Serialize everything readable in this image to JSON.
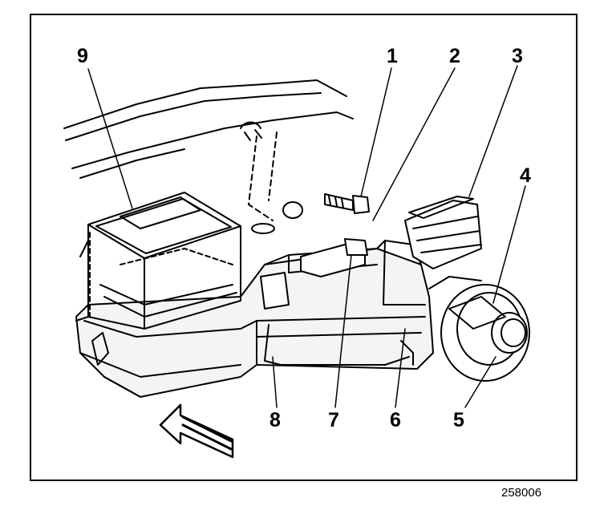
{
  "figure": {
    "id": "258006",
    "callouts": [
      {
        "key": "c1",
        "label": "1"
      },
      {
        "key": "c2",
        "label": "2"
      },
      {
        "key": "c3",
        "label": "3"
      },
      {
        "key": "c4",
        "label": "4"
      },
      {
        "key": "c5",
        "label": "5"
      },
      {
        "key": "c6",
        "label": "6"
      },
      {
        "key": "c7",
        "label": "7"
      },
      {
        "key": "c8",
        "label": "8"
      },
      {
        "key": "c9",
        "label": "9"
      }
    ]
  }
}
